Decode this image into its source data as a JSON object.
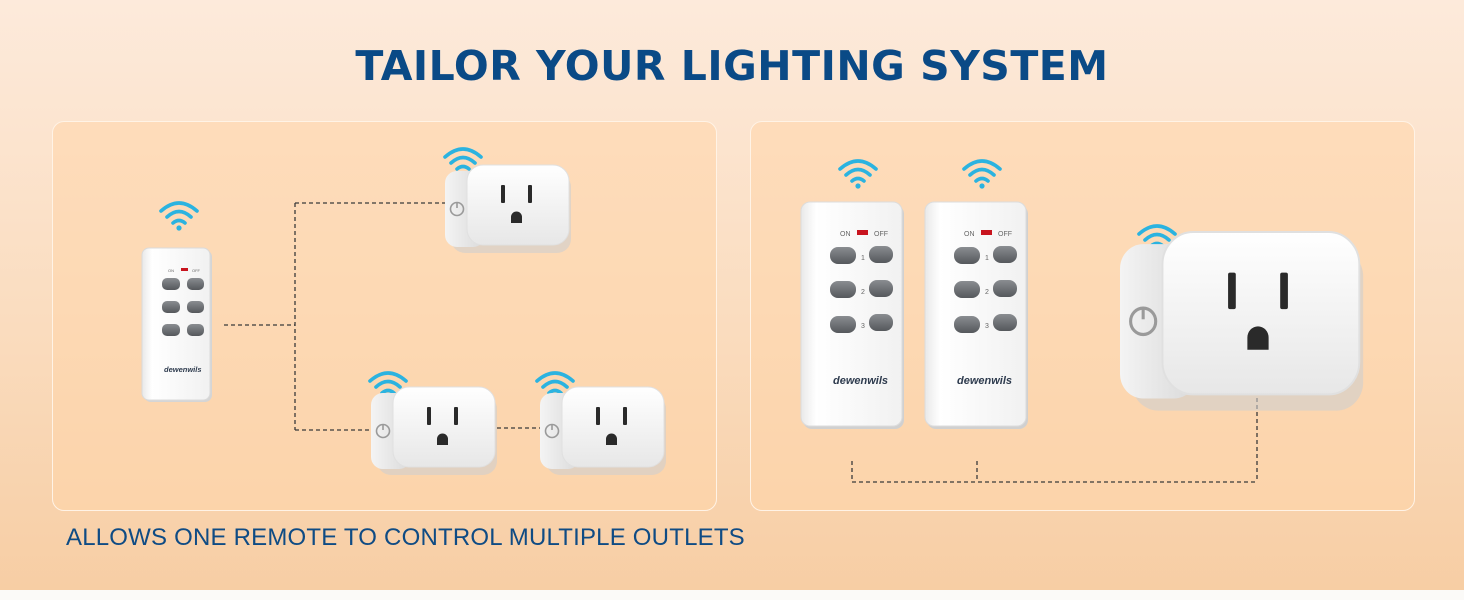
{
  "header": {
    "title": "TAILOR YOUR LIGHTING SYSTEM"
  },
  "caption": {
    "text": "ALLOWS ONE REMOTE TO CONTROL MULTIPLE OUTLETS"
  },
  "remote": {
    "brand": "dewenwils",
    "on_label": "ON",
    "off_label": "OFF",
    "channels": [
      "1",
      "2",
      "3"
    ]
  },
  "colors": {
    "title": "#0a4a86",
    "wifi": "#2bb3e0",
    "indicator": "#c8141e",
    "button": "#6f7276"
  },
  "icons": [
    "wireless-signal-icon",
    "power-icon"
  ]
}
